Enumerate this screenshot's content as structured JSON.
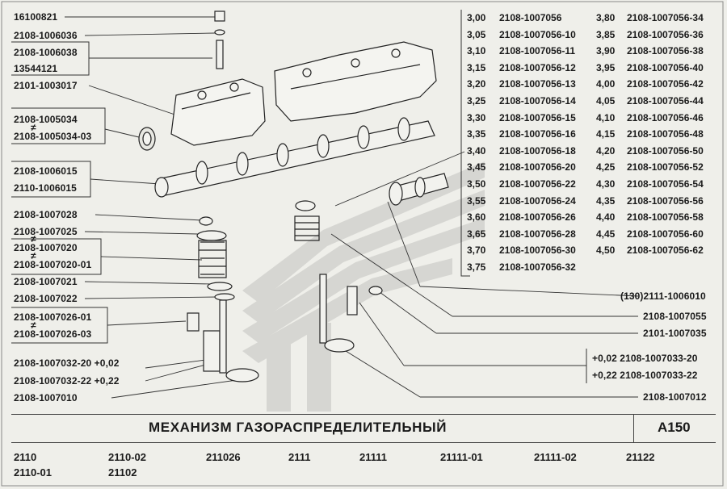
{
  "left_labels": [
    {
      "id": "l1",
      "text": "16100821"
    },
    {
      "id": "l2",
      "text": "2108-1006036"
    },
    {
      "id": "l3",
      "text": "2108-1006038"
    },
    {
      "id": "l4",
      "text": "13544121"
    },
    {
      "id": "l5",
      "text": "2101-1003017"
    },
    {
      "id": "l6",
      "text": "2108-1005034"
    },
    {
      "id": "l7",
      "text": "2108-1005034-03"
    },
    {
      "id": "l8",
      "text": "2108-1006015"
    },
    {
      "id": "l9",
      "text": "2110-1006015"
    },
    {
      "id": "l10",
      "text": "2108-1007028"
    },
    {
      "id": "l11",
      "text": "2108-1007025"
    },
    {
      "id": "l12",
      "text": "2108-1007020"
    },
    {
      "id": "l13",
      "text": "2108-1007020-01"
    },
    {
      "id": "l14",
      "text": "2108-1007021"
    },
    {
      "id": "l15",
      "text": "2108-1007022"
    },
    {
      "id": "l16",
      "text": "2108-1007026-01"
    },
    {
      "id": "l17",
      "text": "2108-1007026-03"
    },
    {
      "id": "l18",
      "text": "2108-1007032-20  +0,02"
    },
    {
      "id": "l19",
      "text": "2108-1007032-22  +0,22"
    },
    {
      "id": "l20",
      "text": "2108-1007010"
    }
  ],
  "right_labels": [
    {
      "id": "r1",
      "text": "(130)2111-1006010"
    },
    {
      "id": "r2",
      "text": "2108-1007055"
    },
    {
      "id": "r3",
      "text": "2101-1007035"
    },
    {
      "id": "r4",
      "text": "+0,02  2108-1007033-20"
    },
    {
      "id": "r5",
      "text": "+0,22  2108-1007033-22"
    },
    {
      "id": "r6",
      "text": "2108-1007012"
    }
  ],
  "not_equal_sign": "≠",
  "size_table": [
    [
      "3,00",
      "2108-1007056",
      "3,80",
      "2108-1007056-34"
    ],
    [
      "3,05",
      "2108-1007056-10",
      "3,85",
      "2108-1007056-36"
    ],
    [
      "3,10",
      "2108-1007056-11",
      "3,90",
      "2108-1007056-38"
    ],
    [
      "3,15",
      "2108-1007056-12",
      "3,95",
      "2108-1007056-40"
    ],
    [
      "3,20",
      "2108-1007056-13",
      "4,00",
      "2108-1007056-42"
    ],
    [
      "3,25",
      "2108-1007056-14",
      "4,05",
      "2108-1007056-44"
    ],
    [
      "3,30",
      "2108-1007056-15",
      "4,10",
      "2108-1007056-46"
    ],
    [
      "3,35",
      "2108-1007056-16",
      "4,15",
      "2108-1007056-48"
    ],
    [
      "3,40",
      "2108-1007056-18",
      "4,20",
      "2108-1007056-50"
    ],
    [
      "3,45",
      "2108-1007056-20",
      "4,25",
      "2108-1007056-52"
    ],
    [
      "3,50",
      "2108-1007056-22",
      "4,30",
      "2108-1007056-54"
    ],
    [
      "3,55",
      "2108-1007056-24",
      "4,35",
      "2108-1007056-56"
    ],
    [
      "3,60",
      "2108-1007056-26",
      "4,40",
      "2108-1007056-58"
    ],
    [
      "3,65",
      "2108-1007056-28",
      "4,45",
      "2108-1007056-60"
    ],
    [
      "3,70",
      "2108-1007056-30",
      "4,50",
      "2108-1007056-62"
    ],
    [
      "3,75",
      "2108-1007056-32",
      "",
      ""
    ]
  ],
  "title": "МЕХАНИЗМ  ГАЗОРАСПРЕДЕЛИТЕЛЬНЫЙ",
  "code": "А150",
  "models": [
    "2110",
    "2110-02",
    "211026",
    "2111",
    "21111",
    "21111-01",
    "21111-02",
    "21122",
    "2110-01",
    "21102"
  ]
}
